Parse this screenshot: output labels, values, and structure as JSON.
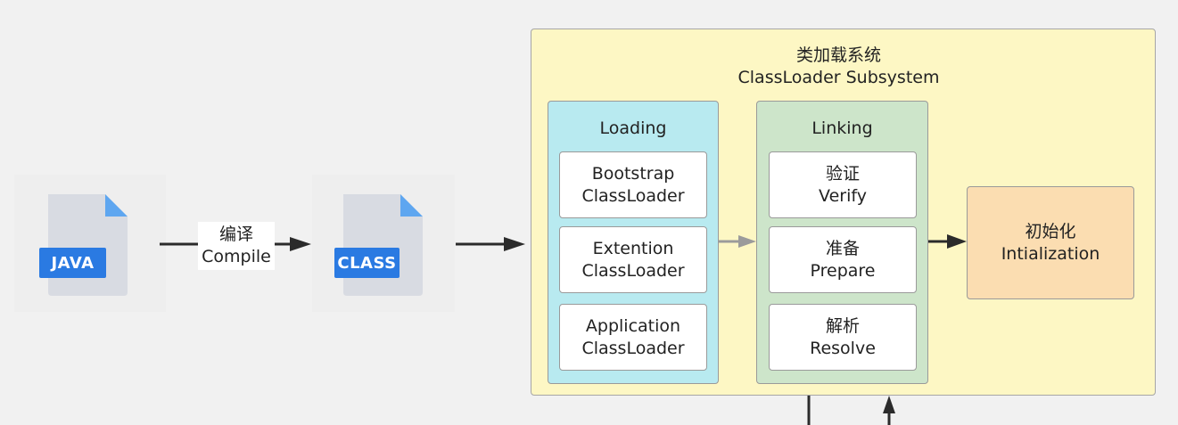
{
  "files": {
    "java_label": "JAVA",
    "class_label": "CLASS"
  },
  "compile": {
    "line1": "编译",
    "line2": "Compile"
  },
  "subsystem": {
    "title_cn": "类加载系统",
    "title_en": "ClassLoader Subsystem"
  },
  "loading": {
    "title": "Loading",
    "items": [
      {
        "line1": "Bootstrap",
        "line2": "ClassLoader"
      },
      {
        "line1": "Extention",
        "line2": "ClassLoader"
      },
      {
        "line1": "Application",
        "line2": "ClassLoader"
      }
    ]
  },
  "linking": {
    "title": "Linking",
    "items": [
      {
        "line1": "验证",
        "line2": "Verify"
      },
      {
        "line1": "准备",
        "line2": "Prepare"
      },
      {
        "line1": "解析",
        "line2": "Resolve"
      }
    ]
  },
  "initialization": {
    "line1": "初始化",
    "line2": "Intialization"
  },
  "colors": {
    "subsystem_bg": "#fdf7c4",
    "loading_bg": "#b8eaf0",
    "linking_bg": "#cde5ca",
    "init_bg": "#fbddb1",
    "file_blue": "#2a7ae2"
  }
}
